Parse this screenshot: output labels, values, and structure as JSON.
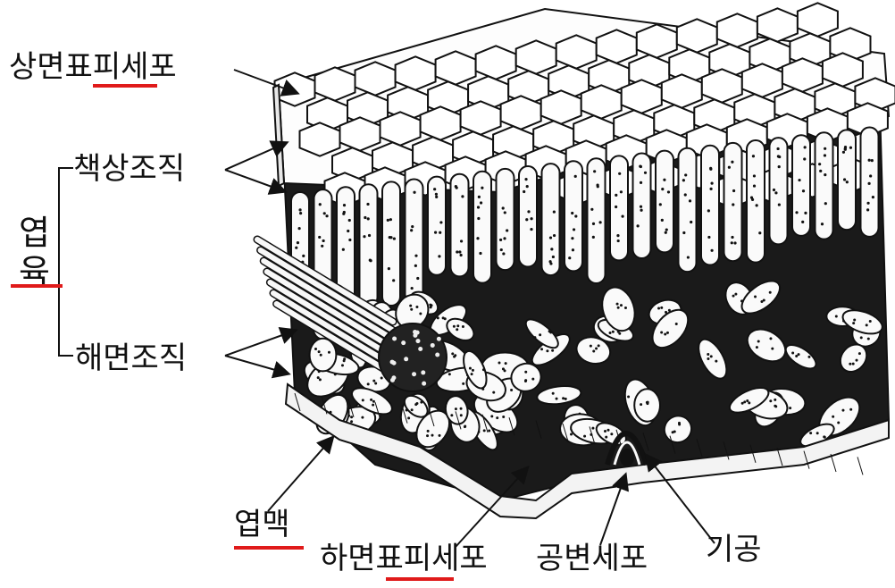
{
  "labels": {
    "upper_epidermis": "상면표피세포",
    "palisade": "책상조직",
    "mesophyll": "엽육",
    "spongy": "해면조직",
    "vein": "엽맥",
    "lower_epidermis": "하면표피세포",
    "guard_cell": "공변세포",
    "stoma": "기공"
  },
  "colors": {
    "ink": "#111111",
    "underline": "#e01a1a",
    "background": "#ffffff"
  }
}
